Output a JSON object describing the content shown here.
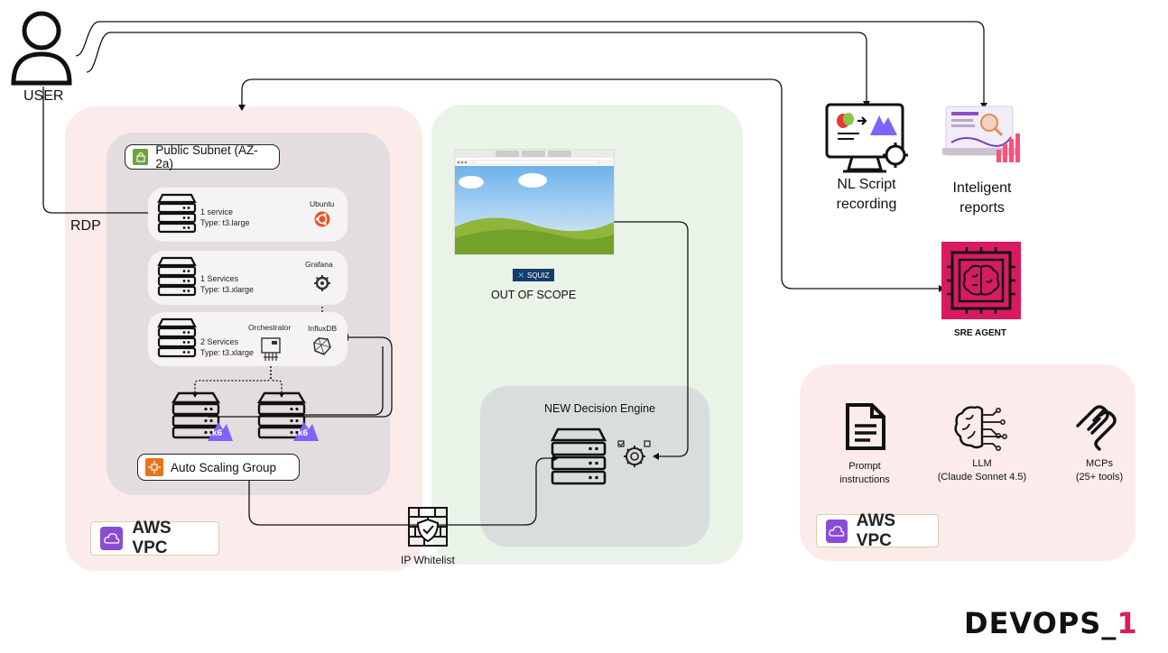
{
  "user": {
    "label": "USER"
  },
  "rdp": {
    "label": "RDP"
  },
  "public_subnet": {
    "label": "Public Subnet (AZ-2a)"
  },
  "servers": [
    {
      "line1": "1 service",
      "line2": "Type: t3.large",
      "tool": "Ubuntu"
    },
    {
      "line1": "1 Services",
      "line2": "Type: t3.xlarge",
      "tool": "Grafana"
    },
    {
      "line1": "2 Services",
      "line2": "Type: t3.xlarge",
      "tool": "InfluxDB",
      "tool2": "Orchestrator"
    }
  ],
  "k6_label": "k6",
  "auto_scaling": {
    "label": "Auto Scaling Group"
  },
  "aws_vpc_left": {
    "label": "AWS VPC"
  },
  "aws_vpc_right": {
    "label": "AWS VPC"
  },
  "ip_whitelist": {
    "label": "IP Whitelist"
  },
  "squiz": {
    "logo": "SQUIZ",
    "label": "OUT OF SCOPE"
  },
  "decision_engine": {
    "label": "NEW Decision Engine"
  },
  "nl_script": {
    "line1": "NL Script",
    "line2": "recording"
  },
  "reports": {
    "line1": "Inteligent",
    "line2": "reports"
  },
  "sre_agent": {
    "label": "SRE AGENT"
  },
  "prompt": {
    "line1": "Prompt",
    "line2": "instructions"
  },
  "llm": {
    "line1": "LLM",
    "line2": "(Claude Sonnet 4.5)"
  },
  "mcps": {
    "line1": "MCPs",
    "line2": "(25+ tools)"
  },
  "brand": {
    "label": "DEVOPS_1",
    "accent": "#e0195d"
  },
  "colors": {
    "pink_panel": "#fbeceb",
    "green_panel": "#eaf3e8",
    "subnet": "#e4dde0",
    "aws_purple": "#8a4bd6",
    "sre_bg": "#d81b60"
  }
}
